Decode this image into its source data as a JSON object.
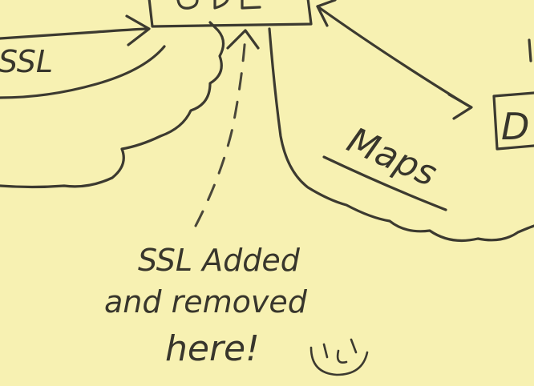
{
  "diagram": {
    "labels": {
      "ssl_left": "SSL",
      "maps": "Maps",
      "partial_box_right": "D",
      "annotation_line1": "SSL Added",
      "annotation_line2": "and removed",
      "annotation_line3": "here!"
    },
    "icons": {
      "smiley": "smiley-face-icon"
    },
    "colors": {
      "paper": "#f7f1b2",
      "ink": "#3c3a30"
    }
  }
}
